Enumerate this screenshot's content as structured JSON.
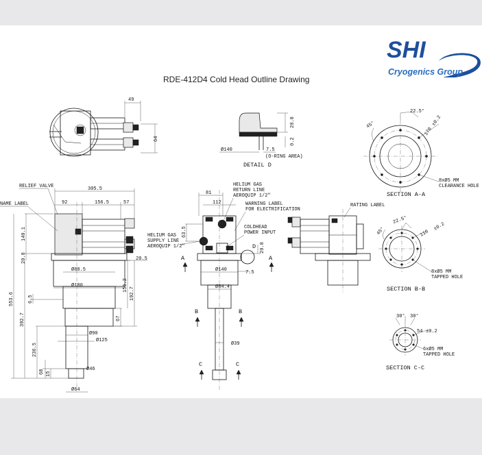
{
  "title": "RDE-412D4 Cold Head Outline Drawing",
  "logo": {
    "brand": "SHI",
    "subtitle": "Cryogenics Group",
    "brand_color": "#1d4f9c",
    "subtitle_color": "#2a6cc0"
  },
  "top_view": {
    "dims": [
      "49",
      "64"
    ]
  },
  "detail_d": {
    "label": "DETAIL D",
    "dims": [
      "20.8",
      "0.2",
      "Ø140",
      "7.5",
      "(O-RING AREA)"
    ]
  },
  "front_view": {
    "callouts": [
      "RELIEF VALVE",
      "NAME LABEL"
    ],
    "dims_h": [
      "305.5",
      "92",
      "156.5",
      "57",
      "20.5",
      "Ø88.5",
      "Ø180",
      "Ø90",
      "Ø125",
      "Ø46",
      "Ø64"
    ],
    "dims_v": [
      "140.1",
      "20.8",
      "553.6",
      "6.5",
      "392.7",
      "67",
      "156.2",
      "192.7",
      "236.5",
      "68",
      "15"
    ]
  },
  "side_view": {
    "callouts": [
      "HELIUM GAS",
      "RETURN LINE",
      "AEROQUIP 1/2\"",
      "WARNING LABEL",
      "FOR ELECTRIFICATION",
      "COLDHEAD",
      "POWER INPUT",
      "HELIUM GAS",
      "SUPPLY LINE",
      "AEROQUIP 1/2\""
    ],
    "dims": [
      "81",
      "112",
      "63.5",
      "Ø140",
      "Ø84.4",
      "Ø39",
      "20.8",
      "7.5"
    ],
    "section_marks": [
      "A",
      "A",
      "B",
      "B",
      "C",
      "C",
      "D"
    ]
  },
  "right_view": {
    "callouts": [
      "RATING LABEL"
    ]
  },
  "section_aa": {
    "label": "SECTION A-A",
    "dims": [
      "22.5°",
      "45°",
      "170",
      "8xØ5 MM",
      "CLEARANCE HOLE"
    ]
  },
  "section_bb": {
    "label": "SECTION B-B",
    "dims": [
      "22.5°",
      "45°",
      "110",
      "8xØ5 MM",
      "TAPPED HOLE"
    ]
  },
  "section_cc": {
    "label": "SECTION C-C",
    "dims": [
      "30°",
      "30°",
      "54",
      "6xØ5 MM",
      "TAPPED HOLE"
    ]
  },
  "tolerance": "±0.2"
}
